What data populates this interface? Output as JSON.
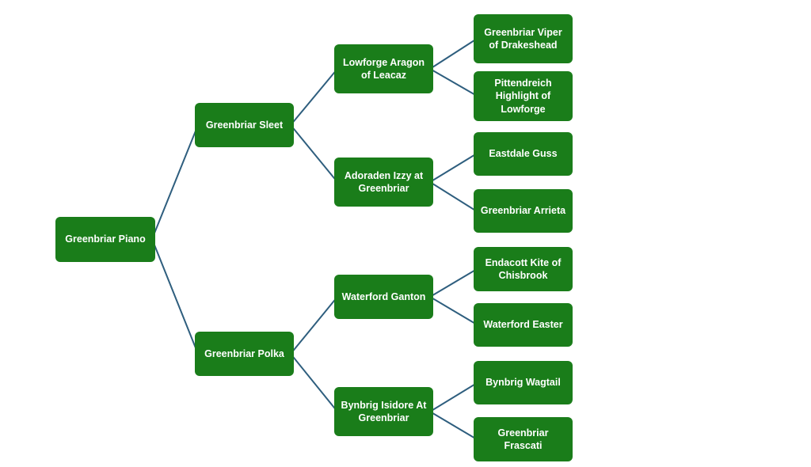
{
  "colors": {
    "node_fill": "#1a7d1a",
    "node_text": "#ffffff",
    "connector": "#2e5e7e",
    "background": "#ffffff"
  },
  "tree": {
    "label": "Greenbriar Piano",
    "children": [
      {
        "label": "Greenbriar Sleet",
        "children": [
          {
            "label": "Lowforge Aragon of Leacaz",
            "children": [
              {
                "label": "Greenbriar Viper of Drakeshead"
              },
              {
                "label": "Pittendreich Highlight of Lowforge"
              }
            ]
          },
          {
            "label": "Adoraden Izzy at Greenbriar",
            "children": [
              {
                "label": "Eastdale Guss"
              },
              {
                "label": "Greenbriar Arrieta"
              }
            ]
          }
        ]
      },
      {
        "label": "Greenbriar Polka",
        "children": [
          {
            "label": "Waterford Ganton",
            "children": [
              {
                "label": "Endacott Kite of Chisbrook"
              },
              {
                "label": "Waterford Easter"
              }
            ]
          },
          {
            "label": "Bynbrig Isidore At Greenbriar",
            "children": [
              {
                "label": "Bynbrig Wagtail"
              },
              {
                "label": "Greenbriar Frascati"
              }
            ]
          }
        ]
      }
    ]
  }
}
